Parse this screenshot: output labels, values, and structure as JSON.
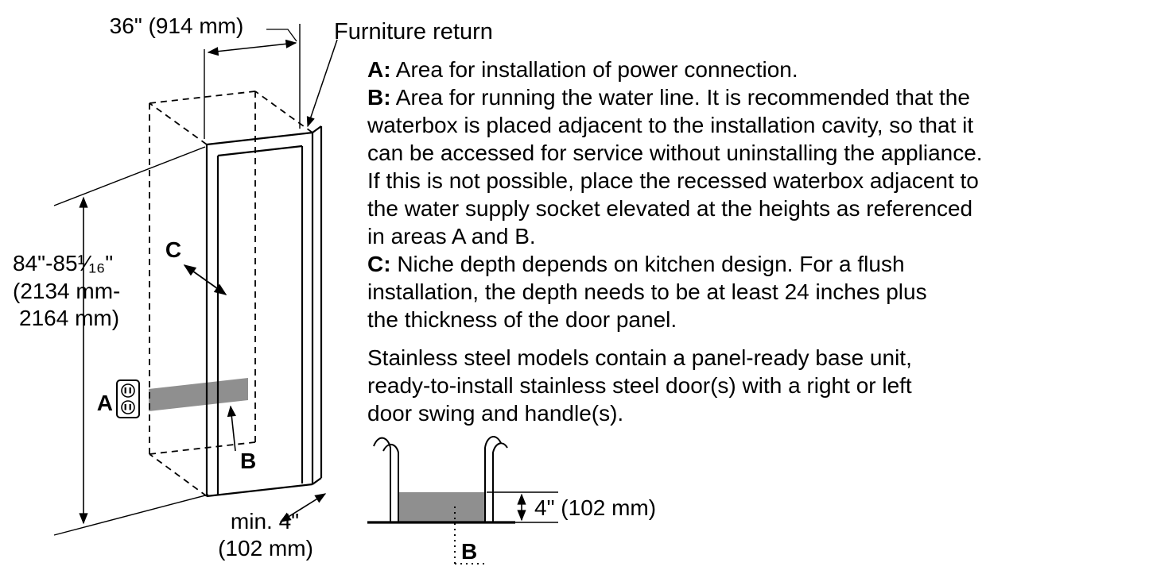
{
  "page": {
    "background": "#ffffff",
    "line_color": "#000000",
    "shaded_area_color": "#8f8f8f"
  },
  "diagram": {
    "width_dimension": "36\" (914 mm)",
    "furniture_return": "Furniture return",
    "height_dimension": {
      "line1": "84\"-85¹⁄₁₆\"",
      "line2": "(2134 mm-",
      "line3": "2164 mm)"
    },
    "label_a": "A",
    "label_b": "B",
    "label_c": "C",
    "min_depth": {
      "line1": "min. 4\"",
      "line2": "(102 mm)"
    }
  },
  "notes": [
    {
      "prefix": "A:",
      "text": "Area for installation of power connection."
    },
    {
      "prefix": "B:",
      "text": "Area for running the water line. It is recommended that the\nwaterbox is placed adjacent to the installation cavity, so that it\ncan be accessed for service without uninstalling the appliance.\nIf this is not possible, place the recessed waterbox adjacent to\nthe water supply socket elevated at the heights as referenced\nin areas A and B."
    },
    {
      "prefix": "C:",
      "text": "Niche depth depends on kitchen design. For a flush\ninstallation, the depth needs to be at least 24 inches plus\nthe thickness of the door panel."
    }
  ],
  "body_paragraph": "Stainless steel models contain a panel-ready base unit,\nready-to-install stainless steel door(s) with a right or left\ndoor swing and handle(s).",
  "section_view": {
    "depth_dimension": "4\" (102 mm)",
    "label_b": "B"
  }
}
